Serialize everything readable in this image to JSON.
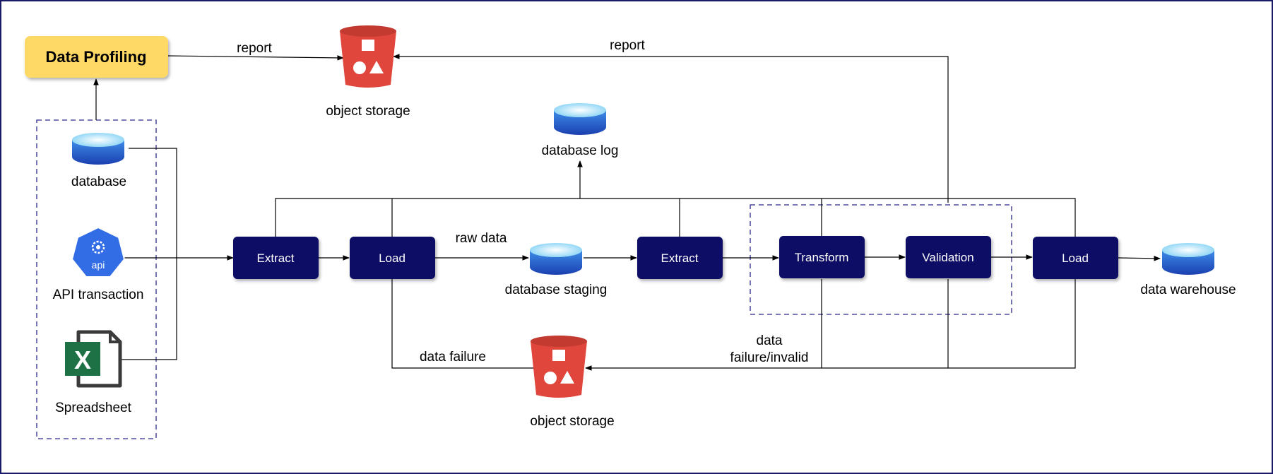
{
  "profiling": {
    "label": "Data Profiling"
  },
  "sources": {
    "database": "database",
    "api": "API transaction",
    "api_icon_text": "api",
    "spreadsheet": "Spreadsheet"
  },
  "pipeline": {
    "extract1": "Extract",
    "load1": "Load",
    "extract2": "Extract",
    "transform": "Transform",
    "validation": "Validation",
    "load2": "Load"
  },
  "storages": {
    "object_storage_top": "object storage",
    "object_storage_bottom": "object storage",
    "database_log": "database log",
    "database_staging": "database staging",
    "data_warehouse": "data warehouse"
  },
  "edge_labels": {
    "report_left": "report",
    "report_right": "report",
    "raw_data": "raw data",
    "data_failure": "data failure",
    "invalid_line1": "data",
    "invalid_line2": "failure/invalid"
  },
  "icons": [
    "bucket-icon",
    "database-cylinder-icon",
    "api-hexagon-icon",
    "excel-spreadsheet-icon"
  ],
  "colors": {
    "node_fill": "#0b0c66",
    "profiling_fill": "#ffd966",
    "bucket_red": "#e0463b",
    "db_blue": "#2a6fd6",
    "dash_outline": "#2b2b8c"
  }
}
